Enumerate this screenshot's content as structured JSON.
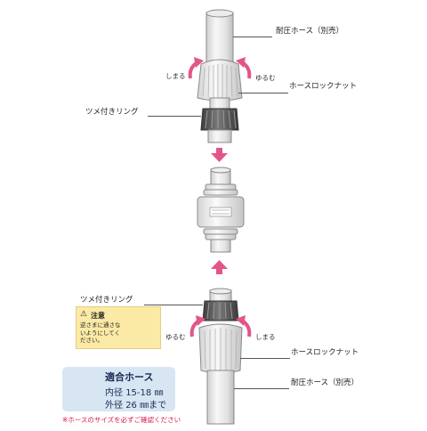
{
  "labels": {
    "hose_top": "耐圧ホース（別売）",
    "nut_top": "ホースロックナット",
    "ring_top": "ツメ付きリング",
    "ring_bottom": "ツメ付きリング",
    "nut_bottom": "ホースロックナット",
    "hose_bottom": "耐圧ホース（別売）"
  },
  "rotation": {
    "top_left": "しまる",
    "top_right": "ゆるむ",
    "bottom_left": "ゆるむ",
    "bottom_right": "しまる"
  },
  "note": {
    "title": "注意",
    "body": "逆さまに通さないようにしてください。"
  },
  "spec": {
    "title": "適合ホース",
    "inner_label": "内径",
    "inner_value": "15-18",
    "inner_unit": "㎜",
    "outer_label": "外径",
    "outer_value": "26",
    "outer_unit": "㎜まで"
  },
  "warning": "※ホースのサイズを必ずご確認ください",
  "colors": {
    "arrow": "#e3558a",
    "note_bg": "#fbeaa6",
    "spec_bg": "#d8e6f4",
    "spec_text": "#1c2a52",
    "warning": "#d81a4a",
    "ring": "#5a5a5a"
  }
}
